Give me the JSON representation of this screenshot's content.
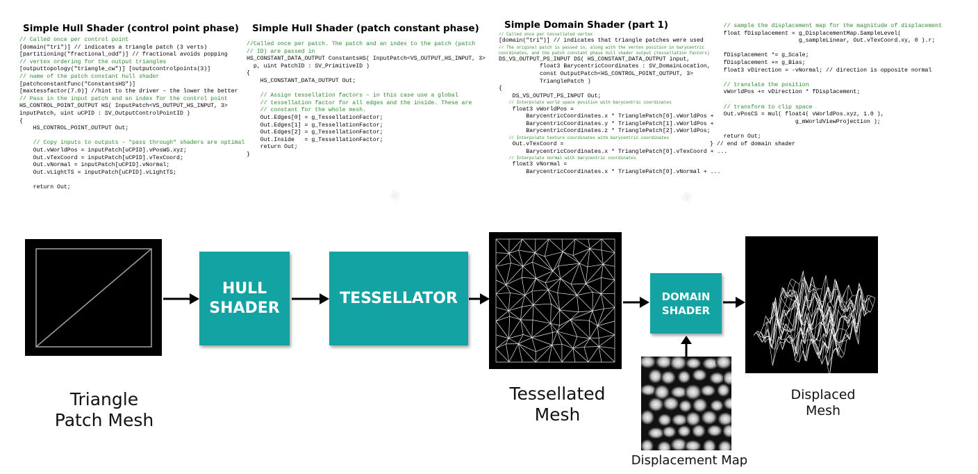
{
  "panels": {
    "hull_cp": {
      "title": "Simple Hull Shader (control point phase)",
      "lines": [
        {
          "t": "// Called once per control point",
          "c": true
        },
        {
          "t": "[domain(\"tri\")] // indicates a triangle patch (3 verts)",
          "c": false
        },
        {
          "t": "[partitioning(\"fractional_odd\")] // fractional avoids popping",
          "c": false
        },
        {
          "t": "// vertex ordering for the output triangles",
          "c": true
        },
        {
          "t": "[outputtopology(\"triangle_cw\")] [outputcontrolpoints(3)]",
          "c": false
        },
        {
          "t": "// name of the patch constant hull shader",
          "c": true
        },
        {
          "t": "[patchconstantfunc(\"ConstantsHS\")]",
          "c": false
        },
        {
          "t": "[maxtessfactor(7.0)] //hint to the driver – the lower the better",
          "c": false
        },
        {
          "t": "// Pass in the input patch and an index for the control point",
          "c": true
        },
        {
          "t": "HS_CONTROL_POINT_OUTPUT HS( InputPatch<VS_OUTPUT_HS_INPUT, 3>",
          "c": false
        },
        {
          "t": "inputPatch, uint uCPID : SV_OutputControlPointID )",
          "c": false
        },
        {
          "t": "{",
          "c": false
        },
        {
          "t": "    HS_CONTROL_POINT_OUTPUT Out;",
          "c": false
        },
        {
          "t": "",
          "c": false
        },
        {
          "t": "    // Copy inputs to outputs – \"pass through\" shaders are optimal",
          "c": true
        },
        {
          "t": "    Out.vWorldPos = inputPatch[uCPID].vPosWS.xyz;",
          "c": false
        },
        {
          "t": "    Out.vTexCoord = inputPatch[uCPID].vTexCoord;",
          "c": false
        },
        {
          "t": "    Out.vNormal = inputPatch[uCPID].vNormal;",
          "c": false
        },
        {
          "t": "    Out.vLightTS = inputPatch[uCPID].vLightTS;",
          "c": false
        },
        {
          "t": "",
          "c": false
        },
        {
          "t": "    return Out;",
          "c": false
        }
      ]
    },
    "hull_pc": {
      "title": "Simple Hull Shader (patch constant phase)",
      "lines": [
        {
          "t": "//Called once per patch. The patch and an index to the patch (patch",
          "c": true
        },
        {
          "t": "// ID) are passed in",
          "c": true
        },
        {
          "t": "HS_CONSTANT_DATA_OUTPUT ConstantsHS( InputPatch<VS_OUTPUT_HS_INPUT, 3>",
          "c": false
        },
        {
          "t": "  p, uint PatchID : SV_PrimitiveID )",
          "c": false
        },
        {
          "t": "{",
          "c": false
        },
        {
          "t": "    HS_CONSTANT_DATA_OUTPUT Out;",
          "c": false
        },
        {
          "t": "",
          "c": false
        },
        {
          "t": "    // Assign tessellation factors – in this case use a global",
          "c": true
        },
        {
          "t": "    // tessellation factor for all edges and the inside. These are",
          "c": true
        },
        {
          "t": "    // constant for the whole mesh.",
          "c": true
        },
        {
          "t": "    Out.Edges[0] = g_TessellationFactor;",
          "c": false
        },
        {
          "t": "    Out.Edges[1] = g_TessellationFactor;",
          "c": false
        },
        {
          "t": "    Out.Edges[2] = g_TessellationFactor;",
          "c": false
        },
        {
          "t": "    Out.Inside   = g_TessellationFactor;",
          "c": false
        },
        {
          "t": "    return Out;",
          "c": false
        },
        {
          "t": "}",
          "c": false
        }
      ]
    },
    "domain1": {
      "title": "Simple Domain Shader (part 1)",
      "lines": [
        {
          "t": "// Called once per tessellated vertex",
          "c": true,
          "s": true
        },
        {
          "t": "[domain(\"tri\")] // indicates that triangle patches were used",
          "c": false
        },
        {
          "t": "// The original patch is passed in, along with the vertex position in barycentric",
          "c": true,
          "s": true
        },
        {
          "t": "coordinates, and the patch constant phase hull shader output (tessellation factors)",
          "c": true,
          "s": true
        },
        {
          "t": "DS_VS_OUTPUT_PS_INPUT DS( HS_CONSTANT_DATA_OUTPUT input,",
          "c": false
        },
        {
          "t": "            float3 BarycentricCoordinates : SV_DomainLocation,",
          "c": false
        },
        {
          "t": "            const OutputPatch<HS_CONTROL_POINT_OUTPUT, 3>",
          "c": false
        },
        {
          "t": "            TrianglePatch )",
          "c": false
        },
        {
          "t": "{",
          "c": false
        },
        {
          "t": "    DS_VS_OUTPUT_PS_INPUT Out;",
          "c": false
        },
        {
          "t": "    // Interpolate world space position with barycentric coordinates",
          "c": true,
          "s": true
        },
        {
          "t": "    float3 vWorldPos =",
          "c": false
        },
        {
          "t": "        BarycentricCoordinates.x * TrianglePatch[0].vWorldPos +",
          "c": false
        },
        {
          "t": "        BarycentricCoordinates.y * TrianglePatch[1].vWorldPos +",
          "c": false
        },
        {
          "t": "        BarycentricCoordinates.z * TrianglePatch[2].vWorldPos;",
          "c": false
        },
        {
          "t": "    // Interpolate texture coordinates with barycentric coordinates",
          "c": true,
          "s": true
        },
        {
          "t": "    Out.vTexCoord =",
          "c": false
        },
        {
          "t": "        BarycentricCoordinates.x * TrianglePatch[0].vTexCoord + ...",
          "c": false
        },
        {
          "t": "    // Interpolate normal with barycentric coordinates",
          "c": true,
          "s": true
        },
        {
          "t": "    float3 vNormal =",
          "c": false
        },
        {
          "t": "        BarycentricCoordinates.x * TrianglePatch[0].vNormal + ...",
          "c": false
        }
      ]
    },
    "domain2": {
      "title": "",
      "lines": [
        {
          "t": "    // sample the displacement map for the magnitude of displacement",
          "c": true
        },
        {
          "t": "    float fDisplacement = g_DisplacementMap.SampleLevel(",
          "c": false
        },
        {
          "t": "                          g_sampleLinear, Out.vTexCoord.xy, 0 ).r;",
          "c": false
        },
        {
          "t": "",
          "c": false
        },
        {
          "t": "    fDisplacement *= g_Scale;",
          "c": false
        },
        {
          "t": "    fDisplacement += g_Bias;",
          "c": false
        },
        {
          "t": "    float3 vDirection = -vNormal; // direction is opposite normal",
          "c": false
        },
        {
          "t": "",
          "c": false
        },
        {
          "t": "    // translate the position",
          "c": true
        },
        {
          "t": "    vWorldPos += vDirection * fDisplacement;",
          "c": false
        },
        {
          "t": "",
          "c": false
        },
        {
          "t": "    // transform to clip space",
          "c": true
        },
        {
          "t": "    Out.vPosCS = mul( float4( vWorldPos.xyz, 1.0 ),",
          "c": false
        },
        {
          "t": "                         g_mWorldViewProjection );",
          "c": false
        },
        {
          "t": "",
          "c": false
        },
        {
          "t": "    return Out;",
          "c": false
        },
        {
          "t": "} // end of domain shader",
          "c": false
        }
      ]
    }
  },
  "pipeline": {
    "hull_shader": {
      "line1": "HULL",
      "line2": "SHADER"
    },
    "tessellator": {
      "line1": "TESSELLATOR"
    },
    "domain_shader": {
      "line1": "DOMAIN",
      "line2": "SHADER"
    }
  },
  "captions": {
    "triangle_patch": {
      "line1": "Triangle",
      "line2": "Patch Mesh"
    },
    "tessellated": {
      "line1": "Tessellated",
      "line2": "Mesh"
    },
    "displaced": {
      "line1": "Displaced",
      "line2": "Mesh"
    },
    "displacement_map": "Displacement Map"
  },
  "colors": {
    "stage_box": "#14a3a3",
    "code_comment": "#2e8b2e",
    "code_text": "#000000"
  }
}
